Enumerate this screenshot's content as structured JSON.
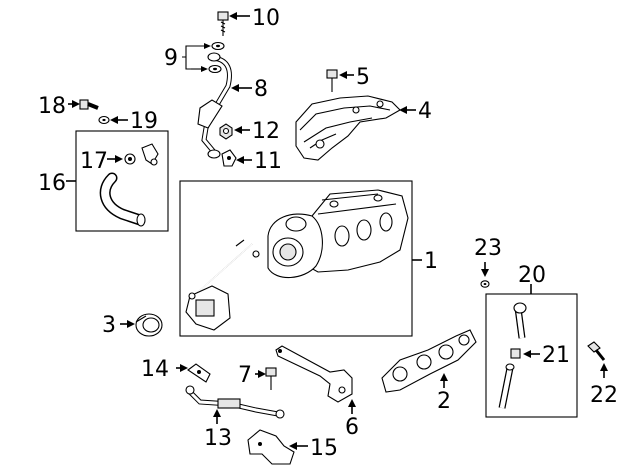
{
  "diagram": {
    "callouts": [
      {
        "id": "c1",
        "text": "1"
      },
      {
        "id": "c2",
        "text": "2"
      },
      {
        "id": "c3",
        "text": "3"
      },
      {
        "id": "c4",
        "text": "4"
      },
      {
        "id": "c5",
        "text": "5"
      },
      {
        "id": "c6",
        "text": "6"
      },
      {
        "id": "c7",
        "text": "7"
      },
      {
        "id": "c8",
        "text": "8"
      },
      {
        "id": "c9",
        "text": "9"
      },
      {
        "id": "c10",
        "text": "10"
      },
      {
        "id": "c11",
        "text": "11"
      },
      {
        "id": "c12",
        "text": "12"
      },
      {
        "id": "c13",
        "text": "13"
      },
      {
        "id": "c14",
        "text": "14"
      },
      {
        "id": "c15",
        "text": "15"
      },
      {
        "id": "c16",
        "text": "16"
      },
      {
        "id": "c17",
        "text": "17"
      },
      {
        "id": "c18",
        "text": "18"
      },
      {
        "id": "c19",
        "text": "19"
      },
      {
        "id": "c20",
        "text": "20"
      },
      {
        "id": "c21",
        "text": "21"
      },
      {
        "id": "c22",
        "text": "22"
      },
      {
        "id": "c23",
        "text": "23"
      }
    ]
  }
}
